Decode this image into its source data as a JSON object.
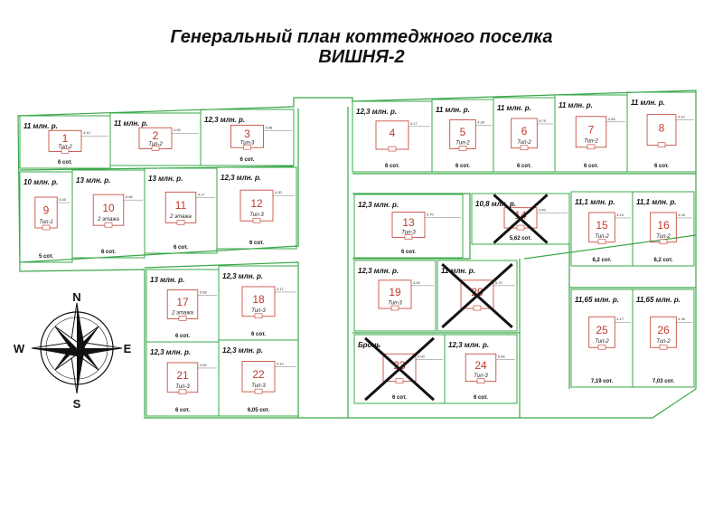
{
  "title": {
    "line1": "Генеральный план коттеджного поселка",
    "line2": "ВИШНЯ-2"
  },
  "compass": {
    "n": "N",
    "e": "E",
    "s": "S",
    "w": "W"
  },
  "colors": {
    "boundary": "#3aa84a",
    "plot_number": "#c0392b",
    "house": "#c0392b",
    "cross": "#111111"
  },
  "plots": [
    {
      "num": "1",
      "price": "11 млн. р.",
      "area": "6 сот.",
      "type": "Тип-2",
      "sold": false
    },
    {
      "num": "2",
      "price": "11 млн. р.",
      "area": "",
      "type": "Тип-2",
      "sold": false
    },
    {
      "num": "3",
      "price": "12,3 млн. р.",
      "area": "6 сот.",
      "type": "Тип-3",
      "sold": false
    },
    {
      "num": "4",
      "price": "12,3 млн. р.",
      "area": "6 сот.",
      "type": "",
      "sold": false
    },
    {
      "num": "5",
      "price": "11 млн. р.",
      "area": "6 сот.",
      "type": "Тип-2",
      "sold": false
    },
    {
      "num": "6",
      "price": "11 млн. р.",
      "area": "6 сот.",
      "type": "Тип-2",
      "sold": false
    },
    {
      "num": "7",
      "price": "11 млн. р.",
      "area": "6 сот.",
      "type": "Тип-2",
      "sold": false
    },
    {
      "num": "8",
      "price": "11 млн. р.",
      "area": "6 сот.",
      "type": "",
      "sold": false
    },
    {
      "num": "9",
      "price": "10 млн. р.",
      "area": "5 сот.",
      "type": "Тип-1",
      "sold": false
    },
    {
      "num": "10",
      "price": "13 млн. р.",
      "area": "6 сот.",
      "type": "2 этажа",
      "sold": false
    },
    {
      "num": "11",
      "price": "13 млн. р.",
      "area": "6 сот.",
      "type": "2 этажа",
      "sold": false
    },
    {
      "num": "12",
      "price": "12,3 млн. р.",
      "area": "6 сот.",
      "type": "Тип-3",
      "sold": false
    },
    {
      "num": "13",
      "price": "12,3 млн. р.",
      "area": "6 сот.",
      "type": "Тип-3",
      "sold": false
    },
    {
      "num": "14",
      "price": "10,8 млн. р.",
      "area": "5,62 сот.",
      "type": "",
      "sold": true
    },
    {
      "num": "15",
      "price": "11,1 млн. р.",
      "area": "6,2 сот.",
      "type": "Тип-2",
      "sold": false
    },
    {
      "num": "16",
      "price": "11,1 млн. р.",
      "area": "6,2 сот.",
      "type": "Тип-2",
      "sold": false
    },
    {
      "num": "17",
      "price": "13 млн. р.",
      "area": "6 сот.",
      "type": "2 этажа",
      "sold": false
    },
    {
      "num": "18",
      "price": "12,3 млн. р.",
      "area": "6 сот.",
      "type": "Тип-3",
      "sold": false
    },
    {
      "num": "19",
      "price": "12,3 млн. р.",
      "area": "",
      "type": "Тип-3",
      "sold": false
    },
    {
      "num": "20",
      "price": "11 млн. р.",
      "area": "",
      "type": "",
      "sold": true
    },
    {
      "num": "21",
      "price": "12,3 млн. р.",
      "area": "6 сот.",
      "type": "Тип-3",
      "sold": false
    },
    {
      "num": "22",
      "price": "12,3 млн. р.",
      "area": "6,05 сот.",
      "type": "Тип-3",
      "sold": false
    },
    {
      "num": "23",
      "price": "Бронь",
      "area": "6 сот.",
      "type": "",
      "sold": true
    },
    {
      "num": "24",
      "price": "12,3 млн. р.",
      "area": "6 сот.",
      "type": "Тип-3",
      "sold": false
    },
    {
      "num": "25",
      "price": "11,65 млн. р.",
      "area": "7,19 сот.",
      "type": "Тип-2",
      "sold": false
    },
    {
      "num": "26",
      "price": "11,65 млн. р.",
      "area": "7,03 сот.",
      "type": "Тип-2",
      "sold": false
    }
  ]
}
